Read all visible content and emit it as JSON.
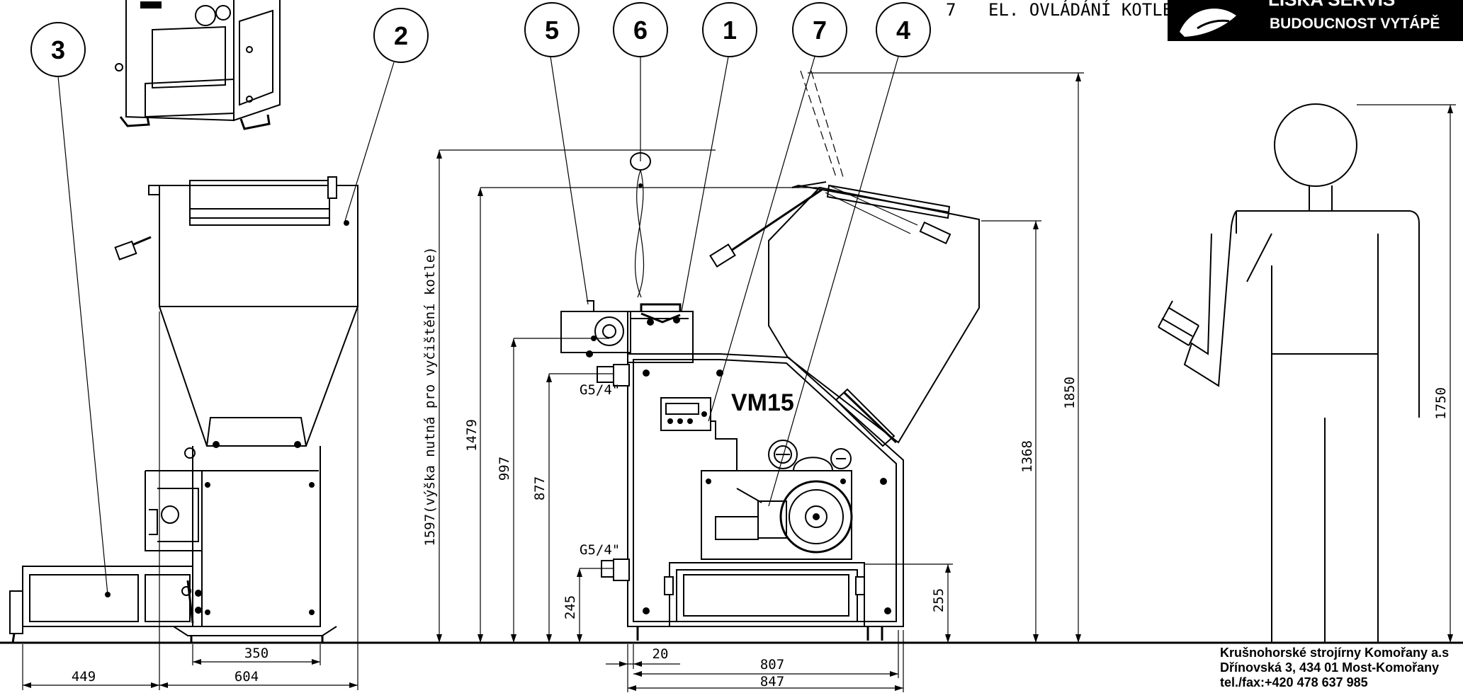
{
  "header": {
    "legend_item_number": "7",
    "legend_item_label": "EL. OVLÁDÁNÍ KOTLE"
  },
  "logo": {
    "line1": "LIŠKA SERVIS",
    "line2": "BUDOUCNOST VYTÁPĚ"
  },
  "model_label": "VM15",
  "callouts": [
    "3",
    "2",
    "5",
    "6",
    "1",
    "7",
    "4"
  ],
  "dimensions": {
    "d_449": "449",
    "d_604": "604",
    "d_350": "350",
    "d_1597": "1597(výška nutná pro vyčištění kotle)",
    "d_1479": "1479",
    "d_997": "997",
    "d_877": "877",
    "d_245": "245",
    "d_20": "20",
    "d_807": "807",
    "d_847": "847",
    "d_255": "255",
    "d_1368": "1368",
    "d_1850": "1850",
    "d_1750": "1750"
  },
  "pipe_labels": {
    "upper": "G5/4\"",
    "lower": "G5/4\""
  },
  "company": {
    "line1": "Krušnohorské strojírny Komořany a.s",
    "line2": "Dřínovská 3, 434 01 Most-Komořany",
    "line3": "tel./fax:+420 478 637 985"
  }
}
